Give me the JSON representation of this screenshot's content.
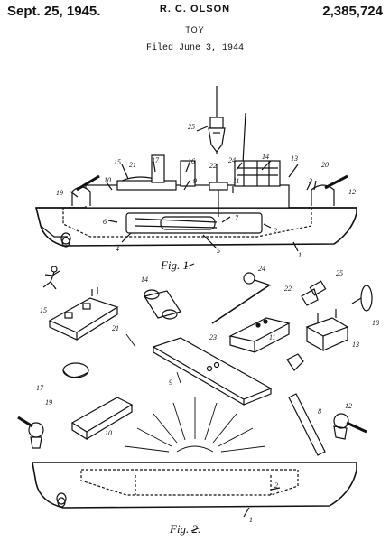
{
  "header": {
    "date": "Sept. 25, 1945.",
    "inventor": "R. C. OLSON",
    "patent_number": "2,385,724",
    "title": "TOY",
    "filed": "Filed June 3, 1944"
  },
  "figures": {
    "fig1_label": "Fig. 1.",
    "fig2_label": "Fig. 2."
  },
  "fig1_refs": [
    "25",
    "17",
    "16",
    "15",
    "21",
    "22",
    "24",
    "14",
    "13",
    "20",
    "19",
    "10",
    "9",
    "11",
    "3",
    "12",
    "6",
    "7",
    "2",
    "4",
    "5",
    "1"
  ],
  "exploded_refs": [
    "14",
    "24",
    "22",
    "25",
    "15",
    "21",
    "18",
    "23",
    "11",
    "13",
    "17",
    "9",
    "19",
    "10",
    "8",
    "12"
  ],
  "fig2_refs": [
    "2",
    "1"
  ]
}
